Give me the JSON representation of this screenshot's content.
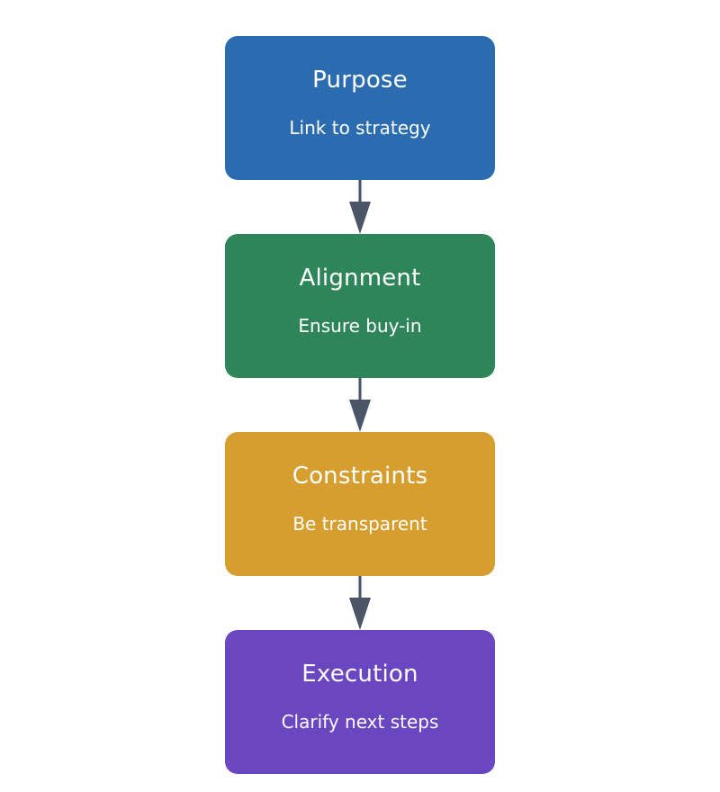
{
  "colors": {
    "arrow": "#4a5568",
    "text": "#ffffff"
  },
  "nodes": [
    {
      "title": "Purpose",
      "subtitle": "Link to strategy",
      "color": "#2b6cb0"
    },
    {
      "title": "Alignment",
      "subtitle": "Ensure buy-in",
      "color": "#2f855a"
    },
    {
      "title": "Constraints",
      "subtitle": "Be transparent",
      "color": "#d69e2e"
    },
    {
      "title": "Execution",
      "subtitle": "Clarify next steps",
      "color": "#6b46c1"
    }
  ]
}
